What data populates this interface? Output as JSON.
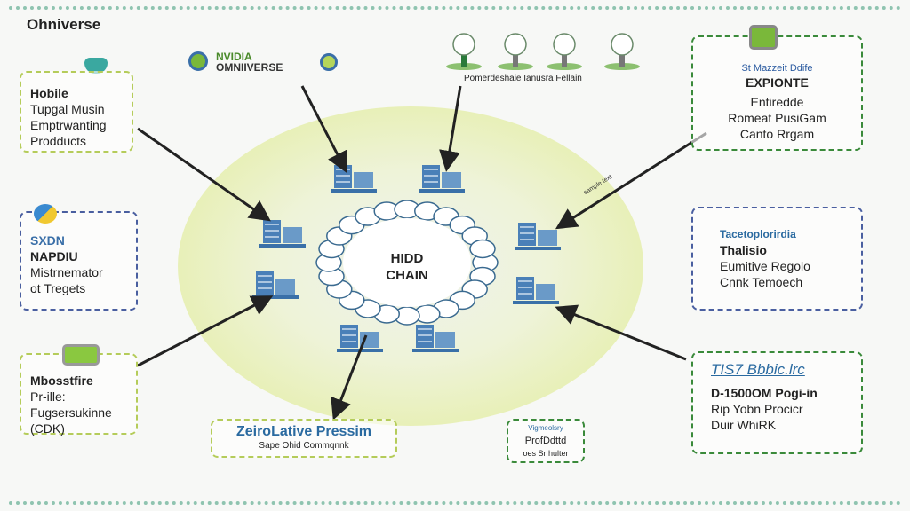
{
  "title": "Ohniverse",
  "logo": {
    "line1": "NVIDIA",
    "line2": "OMNIIVERSE"
  },
  "trees_caption": "Pomerdeshaie Ianusra Fellain",
  "center": {
    "line1": "HIDD",
    "line2": "CHAIN"
  },
  "connector_label": "sample text",
  "boxes": {
    "hobile": {
      "lines": [
        "Hobile",
        "Tupgal Musin",
        "Emptrwanting",
        "Prodducts"
      ]
    },
    "sxdn": {
      "lines": [
        "SXDN",
        "NAPDIU",
        "Mistrnemator",
        "ot Tregets"
      ]
    },
    "mbosstfire": {
      "lines": [
        "Mbosstfire",
        "Pr-ille:",
        "Fugsersukinne",
        "(CDK)"
      ]
    },
    "zeirolative": {
      "lines": [
        "ZeiroLative Pressim",
        "Sape Ohid Commqnnk"
      ]
    },
    "small": {
      "lines": [
        "Vigmeolsry",
        "ProfDdttd",
        "oes Sr hulter"
      ]
    },
    "tis7": {
      "lines": [
        "TIS7 Bbbic.lrc",
        "D-1500OM Pogi-in",
        "Rip Yobn Procicr",
        "Duir WhiRK"
      ]
    },
    "tacto": {
      "lines": [
        "Tacetoplorirdia",
        "Thalisio",
        "Eumitive Regolo",
        "Cnnk Temoech"
      ]
    },
    "expionte": {
      "lines": [
        "St Mazzeit Ddife",
        "EXPIONTE",
        "Entiredde",
        "Romeat PusiGam",
        "Canto Rrgam"
      ]
    }
  },
  "colors": {
    "accent_green": "#7ab83a",
    "accent_blue": "#3a6fa8",
    "ellipse": "#eef3c8"
  }
}
